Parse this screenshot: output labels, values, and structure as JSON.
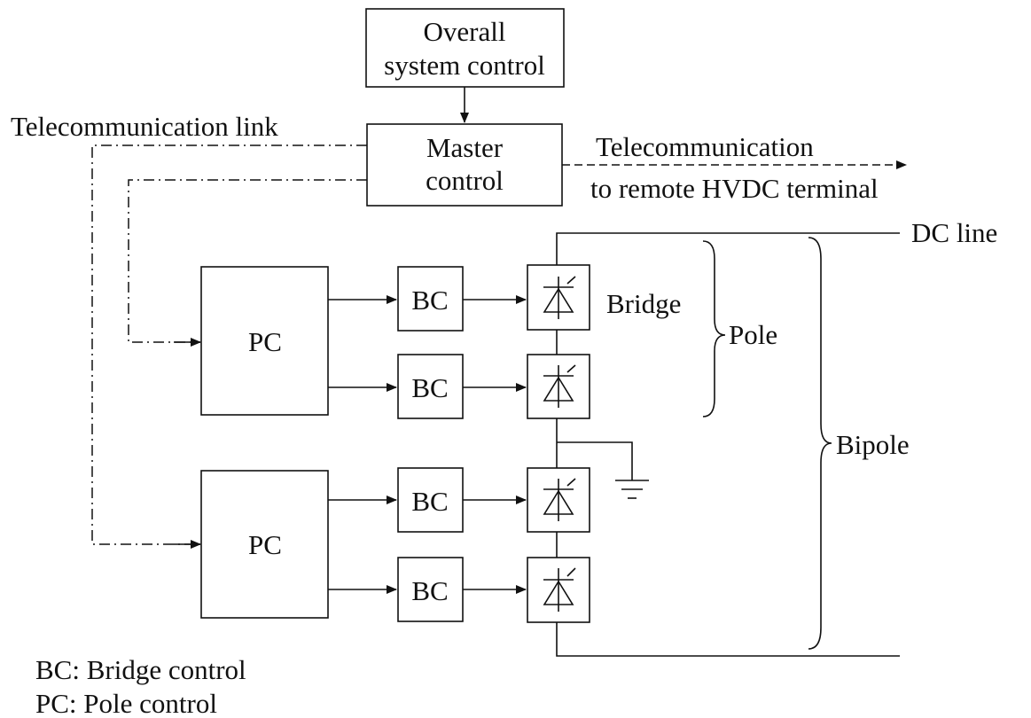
{
  "blocks": {
    "overall": [
      "Overall",
      "system control"
    ],
    "master": [
      "Master",
      "control"
    ],
    "pole_control": "PC",
    "bridge_control": "BC"
  },
  "labels": {
    "telecom_link": "Telecommunication  link",
    "telecom_remote": [
      "Telecommunication",
      "to remote  HVDC  terminal"
    ],
    "dc_line": "DC  line",
    "bridge": "Bridge",
    "pole": "Pole",
    "bipole": "Bipole"
  },
  "legend": {
    "bc": "BC: Bridge control",
    "pc": "PC: Pole control"
  }
}
